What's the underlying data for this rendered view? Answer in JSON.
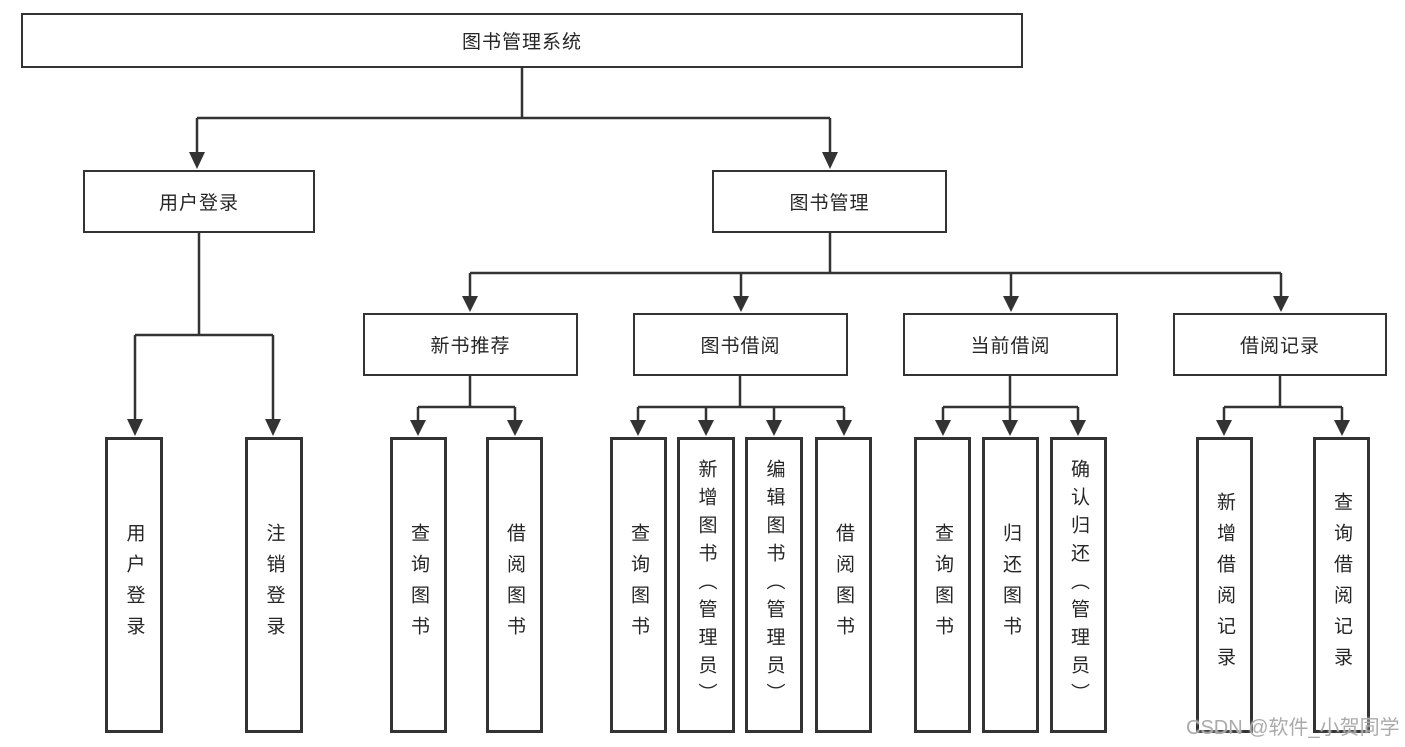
{
  "colors": {
    "line": "#333333",
    "box_border": "#333333",
    "text": "#262626",
    "background": "#ffffff",
    "watermark": "#ababab"
  },
  "tree": {
    "root": {
      "label": "图书管理系统"
    },
    "branches": [
      {
        "label": "用户登录",
        "children": [
          "用户登录",
          "注销登录"
        ]
      },
      {
        "label": "图书管理",
        "groups": [
          {
            "label": "新书推荐",
            "children": [
              "查询图书",
              "借阅图书"
            ]
          },
          {
            "label": "图书借阅",
            "children": [
              "查询图书",
              "新增图书（管理员）",
              "编辑图书（管理员）",
              "借阅图书"
            ]
          },
          {
            "label": "当前借阅",
            "children": [
              "查询图书",
              "归还图书",
              "确认归还（管理员）"
            ]
          },
          {
            "label": "借阅记录",
            "children": [
              "新增借阅记录",
              "查询借阅记录"
            ]
          }
        ]
      }
    ]
  },
  "watermark": {
    "text": "CSDN @软件_小贺同学"
  }
}
